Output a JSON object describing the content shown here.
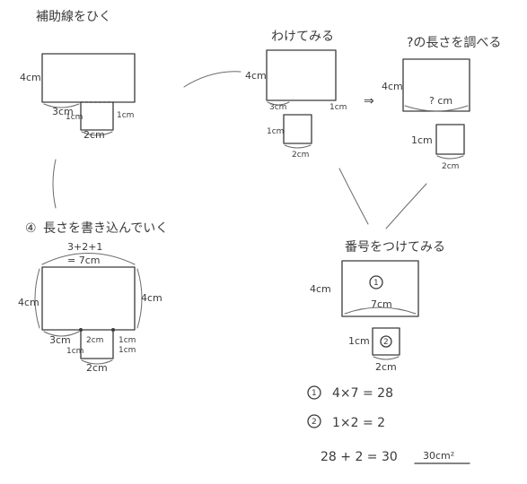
{
  "headings": {
    "step1": "補助線をひく",
    "step2": "わけてみる",
    "step3": "?の長さを調べる",
    "step4": "長さを書き込んでいく",
    "step5": "番号をつけてみる"
  },
  "labels": {
    "four_cm": "4cm",
    "three_cm": "3cm",
    "one_cm": "1cm",
    "two_cm": "2cm",
    "seven_cm": "7cm",
    "question_cm": "? cm",
    "sum_expr": "3+2+1",
    "sum_result": "= 7cm",
    "circle_one": "1",
    "circle_two": "2"
  },
  "equations": {
    "eq1_num": "1",
    "eq1": "4×7 = 28",
    "eq2_num": "2",
    "eq2": "1×2 = 2",
    "eq3": "28 + 2 = 30",
    "answer": "30cm²"
  }
}
